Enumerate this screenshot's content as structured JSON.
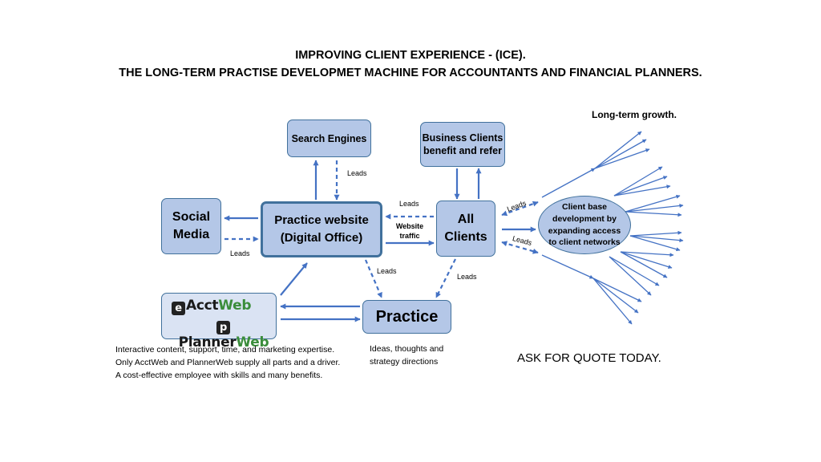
{
  "title": {
    "line1": "IMPROVING CLIENT EXPERIENCE  - (ICE).",
    "line2": "THE LONG-TERM PRACTISE DEVELOPMET MACHINE FOR ACCOUNTANTS AND FINANCIAL PLANNERS."
  },
  "nodes": {
    "search_engines": "Search Engines",
    "business_clients": "Business Clients benefit and refer",
    "social_media": "Social Media",
    "practice_website": "Practice website (Digital Office)",
    "all_clients": "All Clients",
    "practice": "Practice",
    "client_base": "Client base development by expanding access to client networks"
  },
  "logo": {
    "brand1_icon": "e",
    "brand1_a": "Acct",
    "brand1_b": "Web",
    "brand2_icon": "p",
    "brand2_a": "Planner",
    "brand2_b": "Web"
  },
  "edge_labels": {
    "leads_search": "Leads",
    "leads_clients_website": "Leads",
    "website_traffic": "Website traffic",
    "leads_social": "Leads",
    "leads_website_practice": "Leads",
    "leads_clients_practice": "Leads",
    "leads_upper": "Leads",
    "leads_lower": "Leads"
  },
  "growth_label": "Long-term growth.",
  "descriptions": {
    "acctweb": "Interactive content, support, time, and marketing expertise.  Only AcctWeb and PlannerWeb supply all parts and a driver.  A cost-effective employee with skills and many benefits.",
    "practice": "Ideas, thoughts and strategy directions"
  },
  "call_to_action": "ASK FOR  QUOTE TODAY.",
  "colors": {
    "box_fill": "#b4c7e7",
    "box_border": "#41719c",
    "arrow": "#4472c4",
    "logo_green": "#3b8d3b"
  }
}
